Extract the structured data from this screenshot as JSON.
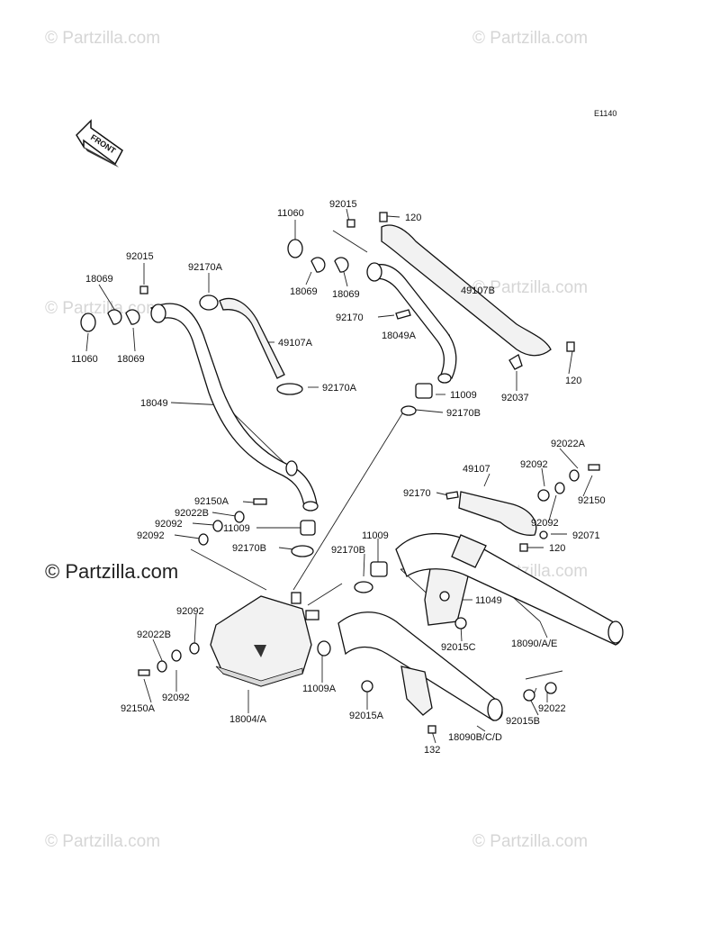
{
  "diagram_code": "E1140",
  "front_label": "FRONT",
  "watermark": "© Partzilla.com",
  "watermark_main": "© Partzilla.com",
  "labels": {
    "l11060a": "11060",
    "l92015a": "92015",
    "l120a": "120",
    "l92015b": "92015",
    "l18069a": "18069",
    "l92170Aa": "92170A",
    "l18069b": "18069",
    "l18069c": "18069",
    "l49107B": "49107B",
    "l92170a": "92170",
    "l18049A": "18049A",
    "l49107A": "49107A",
    "l11060b": "11060",
    "l18069d": "18069",
    "l120b": "120",
    "l92037": "92037",
    "l92170Ab": "92170A",
    "l11009a": "11009",
    "l18049": "18049",
    "l92170Ba": "92170B",
    "l92022A": "92022A",
    "l49107": "49107",
    "l92092a": "92092",
    "l92170b": "92170",
    "l92150": "92150",
    "l92150A1": "92150A",
    "l92022B1": "92022B",
    "l92092b": "92092",
    "l92092c": "92092",
    "l92092d": "92092",
    "l92071": "92071",
    "l120c": "120",
    "l11009b": "11009",
    "l11009c": "11009",
    "l92170Bb": "92170B",
    "l92170Bc": "92170B",
    "l11049": "11049",
    "l92092e": "92092",
    "l92015C": "92015C",
    "l18090AE": "18090/A/E",
    "l92022B2": "92022B",
    "l92092f": "92092",
    "l11009A": "11009A",
    "l92150A2": "92150A",
    "l18004A": "18004/A",
    "l92015A": "92015A",
    "l92022": "92022",
    "l92015B": "92015B",
    "l18090BCD": "18090B/C/D",
    "l132": "132"
  }
}
